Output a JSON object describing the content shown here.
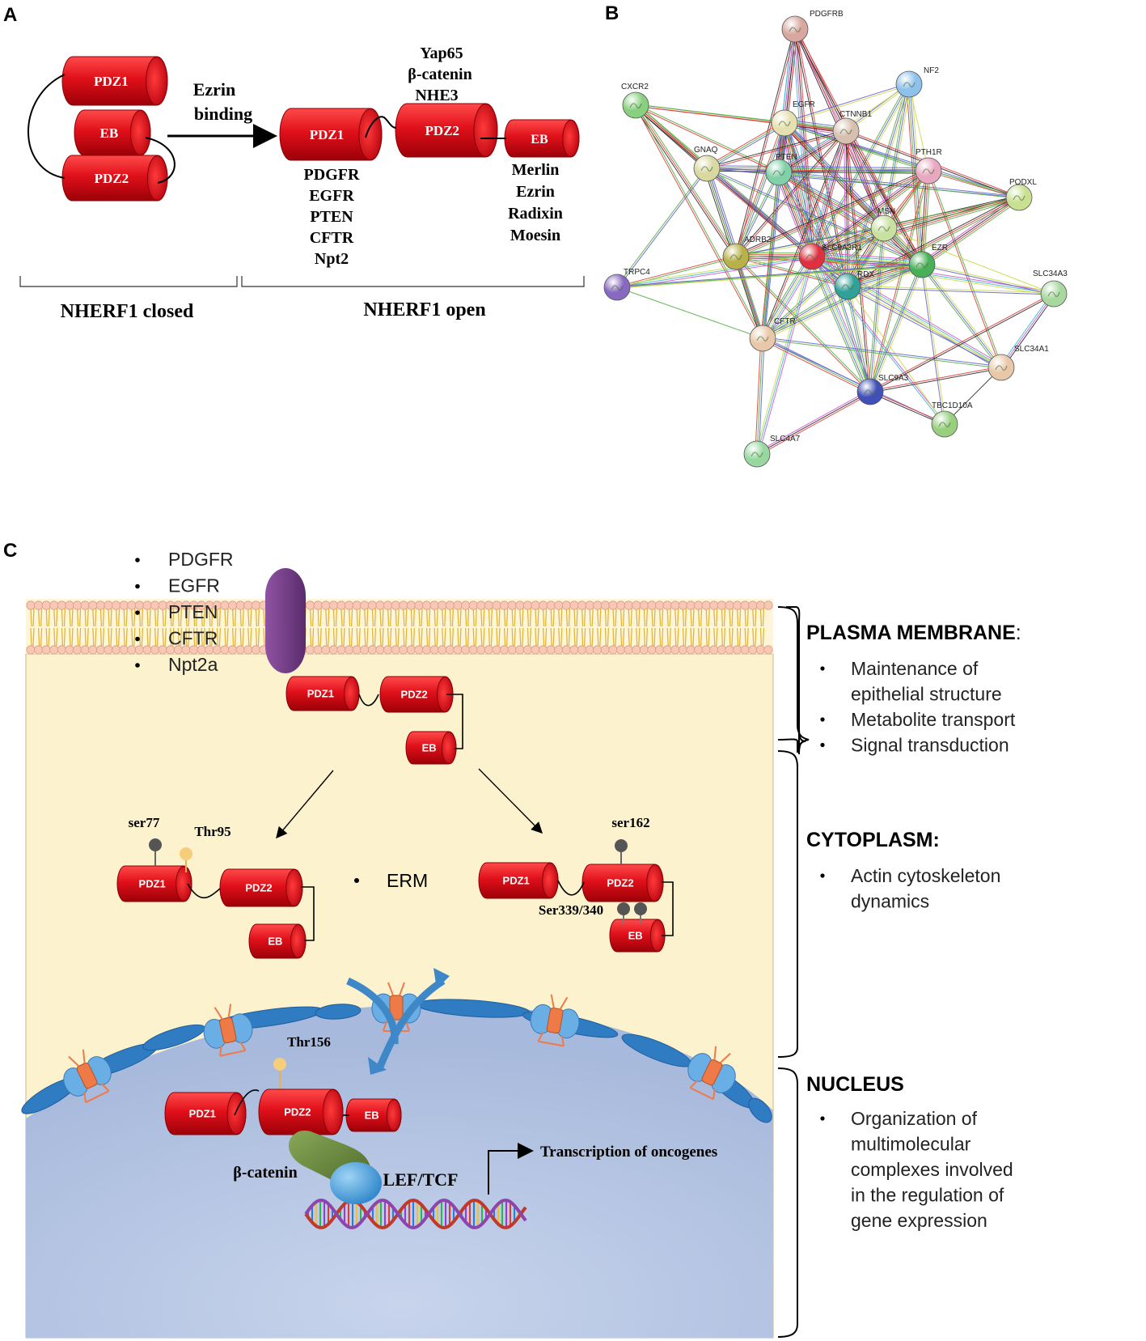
{
  "colors": {
    "domain_red": "#e0101a",
    "domain_red_dark": "#a00008",
    "cytoplasm": "#fcf2cd",
    "nucleus": "#b9c8e4",
    "membrane_head": "#f6c7b4",
    "membrane_tail": "#e6b93a",
    "transmembrane": "#7a3f8c",
    "beta_catenin": "#6f8c3e",
    "lef_tcf": "#2c8fd6",
    "nuclear_pore": "#5aa6e0",
    "bracket": "#000000"
  },
  "panel_a": {
    "letter": "A",
    "closed": {
      "domains": [
        "PDZ1",
        "EB",
        "PDZ2"
      ],
      "label": "NHERF1 closed"
    },
    "arrow_label": [
      "Ezrin",
      "binding"
    ],
    "open": {
      "pdz1": "PDZ1",
      "pdz2": "PDZ2",
      "eb": "EB",
      "pdz1_partners": [
        "PDGFR",
        "EGFR",
        "PTEN",
        "CFTR",
        "Npt2"
      ],
      "pdz2_partners": [
        "Yap65",
        "β-catenin",
        "NHE3"
      ],
      "eb_partners": [
        "Merlin",
        "Ezrin",
        "Radixin",
        "Moesin"
      ],
      "label": "NHERF1 open"
    }
  },
  "panel_b": {
    "letter": "B",
    "nodes": [
      {
        "id": "PDGFRB",
        "color": "#d8a8a0"
      },
      {
        "id": "NF2",
        "color": "#8ec2ec"
      },
      {
        "id": "CXCR2",
        "color": "#88d080"
      },
      {
        "id": "EGFR",
        "color": "#e6e0b0"
      },
      {
        "id": "CTNNB1",
        "color": "#d8c0b0"
      },
      {
        "id": "GNAQ",
        "color": "#d8d8a0"
      },
      {
        "id": "PTEN",
        "color": "#80d0a8"
      },
      {
        "id": "PTH1R",
        "color": "#e8a8c0"
      },
      {
        "id": "PODXL",
        "color": "#c8e090"
      },
      {
        "id": "MSN",
        "color": "#c8e0a0"
      },
      {
        "id": "ADRB2",
        "color": "#b8b048"
      },
      {
        "id": "SLC9A3R1",
        "color": "#e03040"
      },
      {
        "id": "EZR",
        "color": "#48b058"
      },
      {
        "id": "TRPC4",
        "color": "#8868c0"
      },
      {
        "id": "RDX",
        "color": "#30a098"
      },
      {
        "id": "SLC34A3",
        "color": "#a8d8a0"
      },
      {
        "id": "CFTR",
        "color": "#e8c8a8"
      },
      {
        "id": "SLC34A1",
        "color": "#e8c8a8"
      },
      {
        "id": "SLC9A3",
        "color": "#4050b8"
      },
      {
        "id": "TBC1D10A",
        "color": "#98d080"
      },
      {
        "id": "SLC4A7",
        "color": "#98d8a0"
      }
    ]
  },
  "panel_c": {
    "letter": "C",
    "membrane_partners": [
      "PDGFR",
      "EGFR",
      "PTEN",
      "CFTR",
      "Npt2a"
    ],
    "domains": {
      "pdz1": "PDZ1",
      "pdz2": "PDZ2",
      "eb": "EB"
    },
    "phospho_left": [
      "ser77",
      "Thr95"
    ],
    "erm": "ERM",
    "phospho_right": [
      "ser162",
      "Ser339/340"
    ],
    "phospho_nucleus": "Thr156",
    "beta_catenin": "β-catenin",
    "lef_tcf": "LEF/TCF",
    "transcription": "Transcription of oncogenes",
    "compartments": [
      {
        "title": "PLASMA MEMBRANE",
        "suffix": ":",
        "items": [
          [
            "Maintenance of",
            "epithelial structure"
          ],
          [
            "Metabolite transport"
          ],
          [
            "Signal transduction"
          ]
        ]
      },
      {
        "title": "CYTOPLASM:",
        "suffix": "",
        "items": [
          [
            "Actin cytoskeleton",
            "dynamics"
          ]
        ]
      },
      {
        "title": "NUCLEUS",
        "suffix": "",
        "items": [
          [
            "Organization of",
            "multimolecular",
            "complexes involved",
            "in the regulation of",
            "gene expression"
          ]
        ]
      }
    ]
  }
}
